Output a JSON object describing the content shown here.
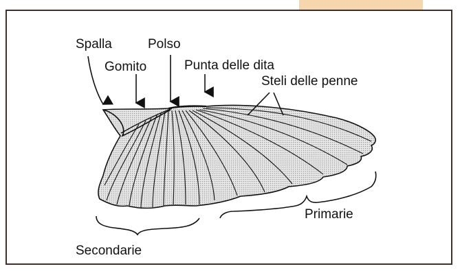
{
  "diagram": {
    "labels": {
      "shoulder": "Spalla",
      "elbow": "Gomito",
      "wrist": "Polso",
      "fingertip": "Punta delle dita",
      "feather_shafts": "Steli delle penne",
      "primaries": "Primarie",
      "secondaries": "Secondarie"
    },
    "colors": {
      "frame": "#3a2f2a",
      "tab": "#f6d7ad",
      "wing_fill": "#d6d6d6",
      "ink": "#111111"
    }
  }
}
